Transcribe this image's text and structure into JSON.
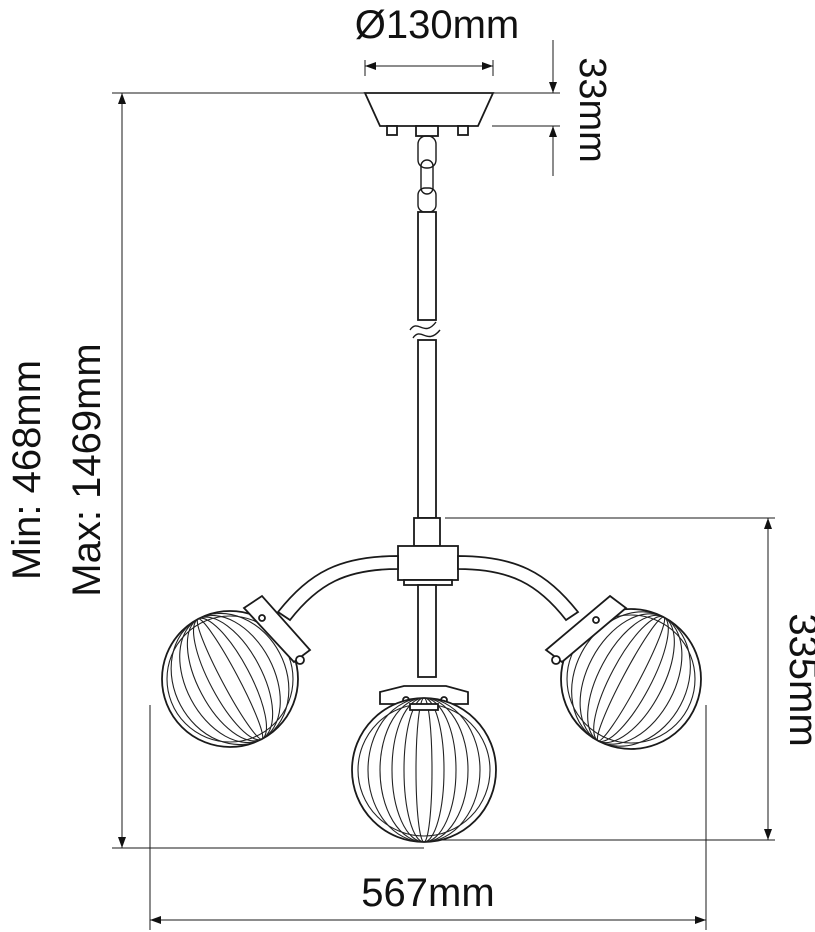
{
  "dimensions": {
    "canopy_diameter": "Ø130mm",
    "canopy_height": "33mm",
    "height_min": "Min: 468mm",
    "height_max": "Max: 1469mm",
    "fixture_height": "335mm",
    "width": "567mm"
  },
  "colors": {
    "line": "#1a1a1a",
    "background": "#ffffff"
  }
}
